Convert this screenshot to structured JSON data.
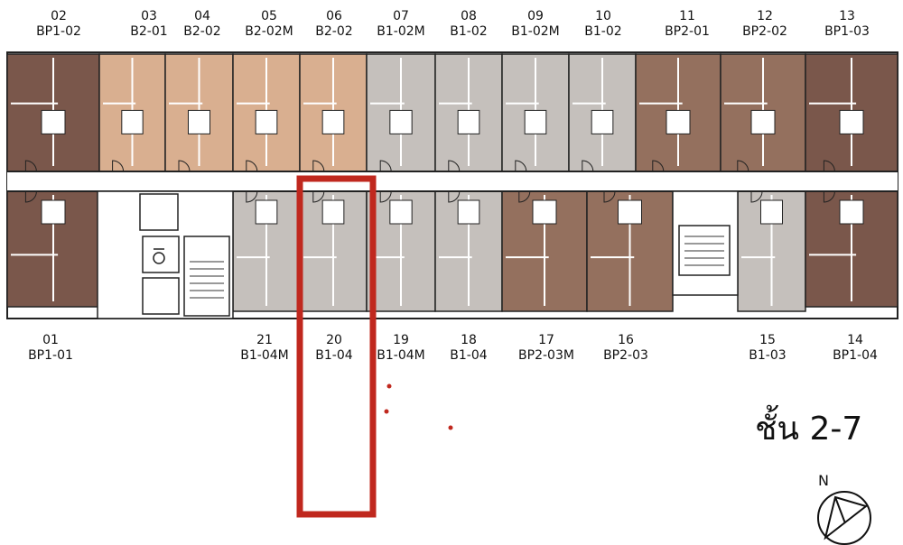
{
  "units_top": [
    {
      "number": "02",
      "type": "BP1-02",
      "tone": "dark"
    },
    {
      "number": "03",
      "type": "B2-01",
      "tone": "light"
    },
    {
      "number": "04",
      "type": "B2-02",
      "tone": "light"
    },
    {
      "number": "05",
      "type": "B2-02M",
      "tone": "light"
    },
    {
      "number": "06",
      "type": "B2-02",
      "tone": "light"
    },
    {
      "number": "07",
      "type": "B1-02M",
      "tone": "grey"
    },
    {
      "number": "08",
      "type": "B1-02",
      "tone": "grey"
    },
    {
      "number": "09",
      "type": "B1-02M",
      "tone": "grey"
    },
    {
      "number": "10",
      "type": "B1-02",
      "tone": "grey"
    },
    {
      "number": "11",
      "type": "BP2-01",
      "tone": "mid"
    },
    {
      "number": "12",
      "type": "BP2-02",
      "tone": "mid"
    },
    {
      "number": "13",
      "type": "BP1-03",
      "tone": "dark"
    }
  ],
  "units_bottom": [
    {
      "number": "01",
      "type": "BP1-01",
      "tone": "dark"
    },
    {
      "number": "21",
      "type": "B1-04M",
      "tone": "grey"
    },
    {
      "number": "20",
      "type": "B1-04",
      "tone": "grey"
    },
    {
      "number": "19",
      "type": "B1-04M",
      "tone": "grey"
    },
    {
      "number": "18",
      "type": "B1-04",
      "tone": "grey"
    },
    {
      "number": "17",
      "type": "BP2-03M",
      "tone": "mid"
    },
    {
      "number": "16",
      "type": "BP2-03",
      "tone": "mid"
    },
    {
      "number": "15",
      "type": "B1-03",
      "tone": "grey"
    },
    {
      "number": "14",
      "type": "BP1-04",
      "tone": "dark"
    }
  ],
  "highlighted_unit": "20",
  "floor_label": "ชั้น 2-7",
  "north_label": "N",
  "colors": {
    "dark": "#7a574b",
    "mid": "#94705e",
    "light": "#d9af90",
    "grey": "#c5c0bc",
    "highlight": "#c0281e"
  }
}
